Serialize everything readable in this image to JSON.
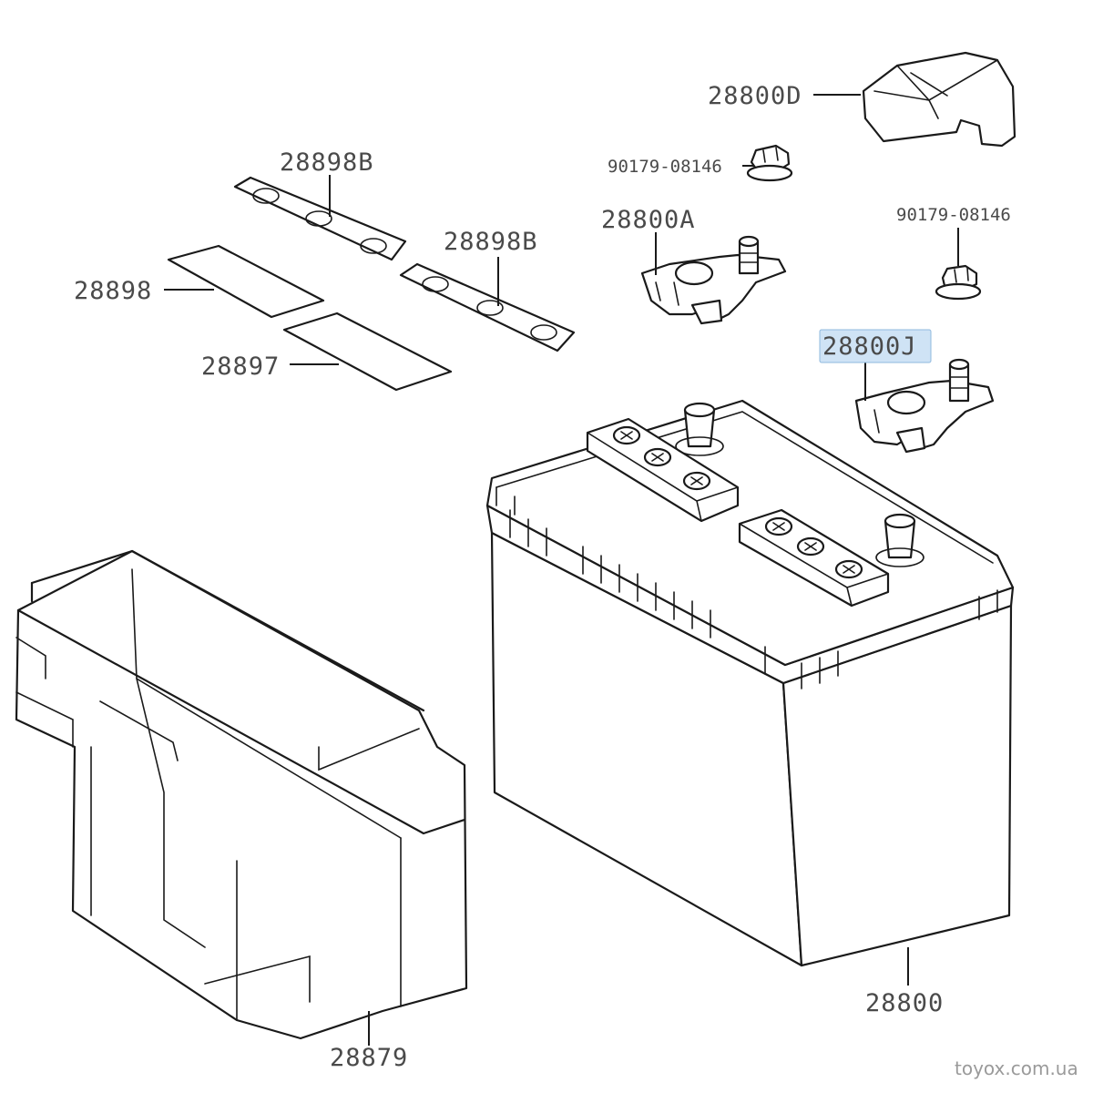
{
  "labels": {
    "cover": "28800D",
    "clamp_neg_nut": "90179-08146",
    "clamp_pos_nut": "90179-08146",
    "clamp_neg": "28800A",
    "clamp_pos": "28800J",
    "plate_1": "28898B",
    "plate_2": "28898B",
    "sheet_1": "28898",
    "sheet_2": "28897",
    "battery": "28800",
    "tray": "28879"
  },
  "highlighted_part": "28800J",
  "highlight_color": "#cfe3f5",
  "watermark": "toyox.com.ua"
}
